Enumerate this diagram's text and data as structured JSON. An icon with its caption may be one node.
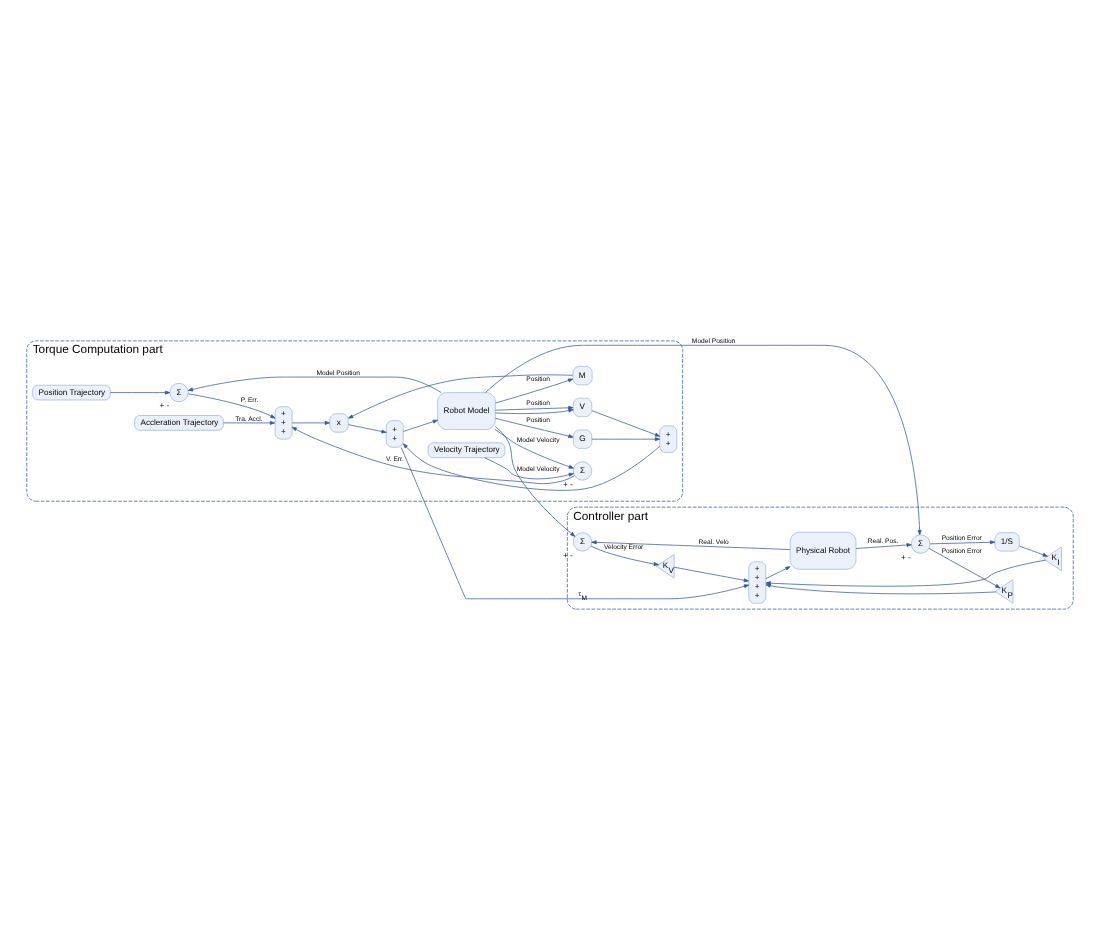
{
  "diagram": {
    "nodes": [
      {
        "text": [
          "Torque Computation part"
        ]
      },
      {
        "text": [
          "Position Trajectory"
        ],
        "in": 0
      },
      {
        "text": [
          "Velocity Trajectory"
        ],
        "in": 0
      },
      {
        "text": [
          "Accleration Trajectory"
        ],
        "in": 0
      },
      {
        "text": [
          "Σ"
        ],
        "in": 0,
        "beside": [
          "+",
          "-"
        ]
      },
      {
        "text": [
          "Σ"
        ],
        "in": 0,
        "beside": [
          "+",
          "-"
        ]
      },
      {
        "text": [
          "+ + +"
        ],
        "in": 0
      },
      {
        "text": [
          "x"
        ],
        "in": 0
      },
      {
        "text": [
          "+ +"
        ],
        "in": 0
      },
      {
        "text": [
          "Robot Model"
        ],
        "in": 0
      },
      {
        "text": [
          "M"
        ],
        "in": 0
      },
      {
        "text": [
          "G"
        ],
        "in": 0
      },
      {
        "text": [
          "V"
        ],
        "in": 0
      },
      {
        "text": [
          "+ +"
        ],
        "in": 0
      },
      {
        "text": [
          "Controller part"
        ]
      },
      {
        "text": [
          "Σ"
        ],
        "in": 14,
        "beside": [
          "+",
          "-"
        ]
      },
      {
        "text": [
          "Σ"
        ],
        "in": 14,
        "beside": [
          "+",
          "-"
        ]
      },
      {
        "text": [
          "+ + + +"
        ],
        "in": 14
      },
      {
        "text": [
          "Physical Robot"
        ],
        "in": 14
      },
      {
        "text": [
          "K$_{V}$"
        ],
        "in": 14
      },
      {
        "text": [
          "K$_{P}$"
        ],
        "in": 14
      },
      {
        "text": [
          "K$_{I}$"
        ],
        "in": 14
      },
      {
        "text": [
          "1/S"
        ],
        "in": 14
      }
    ],
    "edges": [
      {
        "from": 1,
        "to": 4,
        "arrow": "to"
      },
      {
        "from": 2,
        "to": 5,
        "arrow": "to"
      },
      {
        "from": 4,
        "to": 6,
        "arrow": "to",
        "label": "P. Err."
      },
      {
        "from": 5,
        "to": 6,
        "arrow": "to",
        "label": "V. Err."
      },
      {
        "from": 3,
        "to": 6,
        "arrow": "to",
        "label": "Tra. Accl."
      },
      {
        "from": 6,
        "to": 7,
        "arrow": "to"
      },
      {
        "from": 10,
        "to": 7,
        "arrow": "to"
      },
      {
        "from": 7,
        "to": 8,
        "arrow": "to"
      },
      {
        "from": 13,
        "to": 8,
        "arrow": "to"
      },
      {
        "from": 8,
        "to": 9,
        "arrow": "to"
      },
      {
        "from": 9,
        "to": 4,
        "arrow": "to",
        "label": "Model Position"
      },
      {
        "from": 9,
        "to": 5,
        "arrow": "to",
        "label": "Model Velocity"
      },
      {
        "from": 9,
        "to": 10,
        "arrow": "to",
        "label": "Position"
      },
      {
        "from": 9,
        "to": 11,
        "arrow": "to",
        "label": "Position"
      },
      {
        "from": 9,
        "to": 12,
        "arrow": "to",
        "label": "Position"
      },
      {
        "from": 9,
        "to": 12,
        "arrow": "to"
      },
      {
        "from": 11,
        "to": 13,
        "arrow": "to"
      },
      {
        "from": 12,
        "to": 13,
        "arrow": "to"
      },
      {
        "from": 9,
        "to": 15,
        "arrow": "to",
        "label": "Model Velocity"
      },
      {
        "from": 9,
        "to": 16,
        "arrow": "to",
        "label": "Model Position"
      },
      {
        "from": 8,
        "to": 17,
        "arrow": "to",
        "label": "τ$_{M}$"
      },
      {
        "from": 17,
        "to": 18,
        "arrow": "to"
      },
      {
        "from": 18,
        "to": 15,
        "arrow": "to",
        "label": "Real. Velo"
      },
      {
        "from": 18,
        "to": 16,
        "arrow": "to",
        "label": "Real. Pos."
      },
      {
        "from": 15,
        "to": 19,
        "arrow": "to",
        "label": "Velocity Error"
      },
      {
        "from": 16,
        "to": 20,
        "arrow": "to",
        "label": "Position Error"
      },
      {
        "from": 16,
        "to": 22,
        "arrow": "to",
        "label": "Position Error"
      },
      {
        "from": 22,
        "to": 21,
        "arrow": "to"
      },
      {
        "from": 19,
        "to": 17,
        "arrow": "to"
      },
      {
        "from": 20,
        "to": 17,
        "arrow": "to"
      },
      {
        "from": 21,
        "to": 17,
        "arrow": "to"
      }
    ]
  }
}
